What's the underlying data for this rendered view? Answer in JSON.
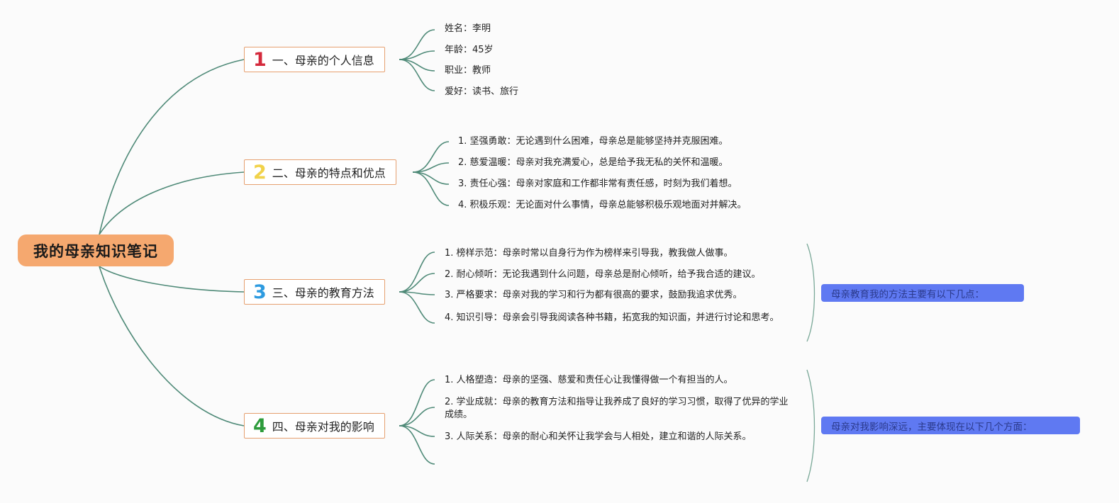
{
  "root": {
    "title": "我的母亲知识笔记"
  },
  "branches": [
    {
      "number": "1",
      "color": "#d42a3c",
      "label": "一、母亲的个人信息",
      "items": [
        "姓名：李明",
        "年龄：45岁",
        "职业：教师",
        "爱好：读书、旅行"
      ]
    },
    {
      "number": "2",
      "color": "#f1d24a",
      "label": "二、母亲的特点和优点",
      "items": [
        "1. 坚强勇敢：无论遇到什么困难，母亲总是能够坚持并克服困难。",
        "2. 慈爱温暖：母亲对我充满爱心，总是给予我无私的关怀和温暖。",
        "3. 责任心强：母亲对家庭和工作都非常有责任感，时刻为我们着想。",
        "4. 积极乐观：无论面对什么事情，母亲总能够积极乐观地面对并解决。"
      ]
    },
    {
      "number": "3",
      "color": "#2e9be0",
      "label": "三、母亲的教育方法",
      "items": [
        "1. 榜样示范：母亲时常以自身行为作为榜样来引导我，教我做人做事。",
        "2. 耐心倾听：无论我遇到什么问题，母亲总是耐心倾听，给予我合适的建议。",
        "3. 严格要求：母亲对我的学习和行为都有很高的要求，鼓励我追求优秀。",
        "4. 知识引导：母亲会引导我阅读各种书籍，拓宽我的知识面，并进行讨论和思考。"
      ],
      "summary": "母亲教育我的方法主要有以下几点："
    },
    {
      "number": "4",
      "color": "#2e9c3c",
      "label": "四、母亲对我的影响",
      "items": [
        "1. 人格塑造：母亲的坚强、慈爱和责任心让我懂得做一个有担当的人。",
        "2. 学业成就：母亲的教育方法和指导让我养成了良好的学习习惯，取得了优异的学业成绩。",
        "3. 人际关系：母亲的耐心和关怀让我学会与人相处，建立和谐的人际关系。"
      ],
      "summary": "母亲对我影响深远，主要体现在以下几个方面："
    }
  ]
}
